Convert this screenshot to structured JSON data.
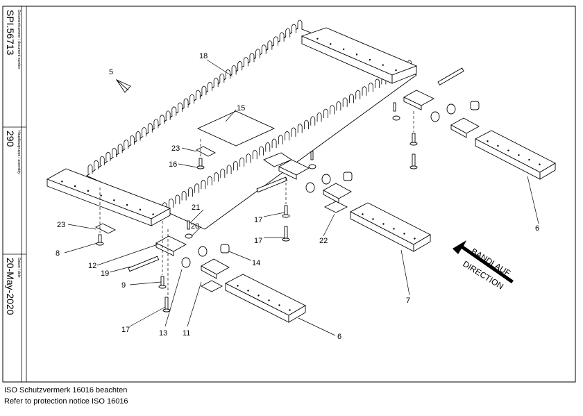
{
  "sidebar": {
    "doc_caption": "Dokumentnummer / document number",
    "doc_number": "SPI.56713",
    "assembly_caption": "Hauptbaugruppe / assembly",
    "assembly_number": "290",
    "date_caption": "Datum / date",
    "date": "20-May-2020"
  },
  "callouts": {
    "c5": "5",
    "c18": "18",
    "c15": "15",
    "c23a": "23",
    "c16": "16",
    "c23b": "23",
    "c8": "8",
    "c12": "12",
    "c19": "19",
    "c21": "21",
    "c20": "20",
    "c9": "9",
    "c17a": "17",
    "c13": "13",
    "c11": "11",
    "c14": "14",
    "c6a": "6",
    "c17b": "17",
    "c17c": "17",
    "c22": "22",
    "c7": "7",
    "c6b": "6"
  },
  "direction": {
    "line1": "BANDLAUF",
    "line2": "DIRECTION"
  },
  "footer": {
    "line1": "ISO Schutzvermerk 16016 beachten",
    "line2": "Refer to protection notice ISO 16016"
  }
}
